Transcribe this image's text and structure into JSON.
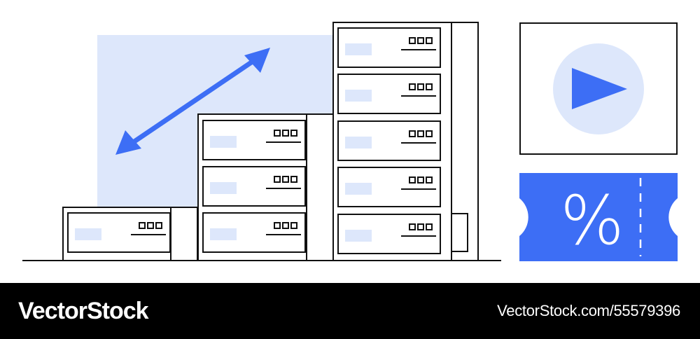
{
  "colors": {
    "accent": "#3d6ef5",
    "light_accent": "#dde7fb",
    "stroke": "#111111",
    "footer_bg": "#000000",
    "footer_text": "#ffffff"
  },
  "illustration": {
    "server_stacks": [
      {
        "name": "short",
        "units": 1
      },
      {
        "name": "medium",
        "units": 3
      },
      {
        "name": "tall",
        "units": 5
      }
    ],
    "icons": [
      "resize-arrow-icon",
      "play-icon",
      "discount-coupon-icon"
    ],
    "coupon_symbol": "%"
  },
  "footer": {
    "brand": "VectorStock",
    "image_id": "VectorStock.com/55579396"
  }
}
